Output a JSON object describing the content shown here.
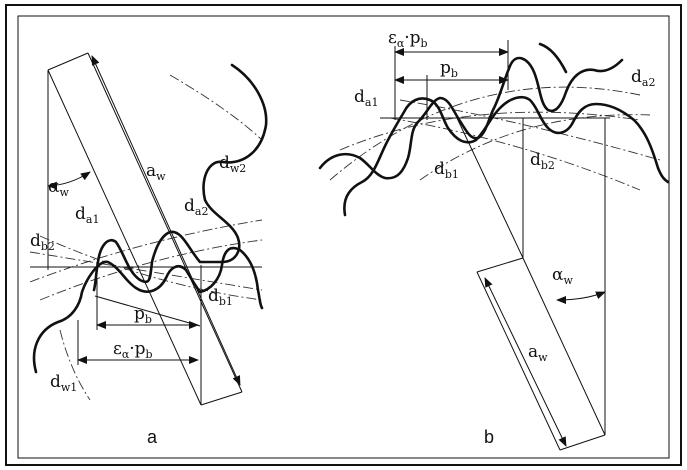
{
  "panel_a": {
    "caption": "a",
    "alpha_w": "α",
    "alpha_w_sub": "w",
    "a_w": "a",
    "a_w_sub": "w",
    "d_w2": "d",
    "d_w2_sub": "w2",
    "d_a1": "d",
    "d_a1_sub": "a1",
    "d_b2": "d",
    "d_b2_sub": "b2",
    "d_a2": "d",
    "d_a2_sub": "a2",
    "d_b1": "d",
    "d_b1_sub": "b1",
    "p_b": "p",
    "p_b_sub": "b",
    "eps_main": "ε",
    "eps_sub": "α",
    "eps_dot": "·p",
    "eps_p_sub": "b",
    "d_w1": "d",
    "d_w1_sub": "w1"
  },
  "panel_b": {
    "caption": "b",
    "eps_main": "ε",
    "eps_sub": "α",
    "eps_dot": "·p",
    "eps_p_sub": "b",
    "p_b": "p",
    "p_b_sub": "b",
    "d_a1": "d",
    "d_a1_sub": "a1",
    "d_a2": "d",
    "d_a2_sub": "a2",
    "d_b1": "d",
    "d_b1_sub": "b1",
    "d_b2": "d",
    "d_b2_sub": "b2",
    "alpha_w": "α",
    "alpha_w_sub": "w",
    "a_w": "a",
    "a_w_sub": "w"
  }
}
